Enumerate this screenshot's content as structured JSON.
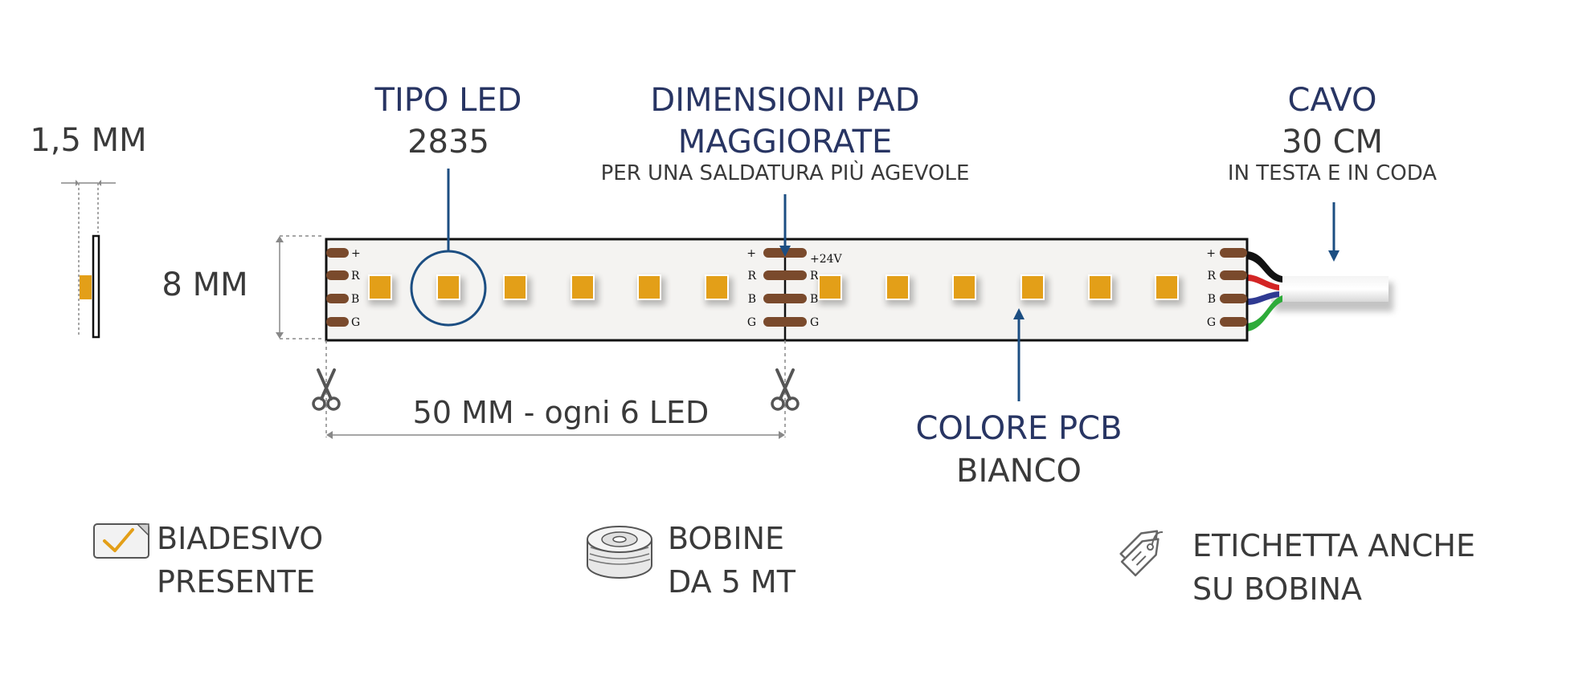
{
  "labels": {
    "thickness": "1,5 MM",
    "width": "8 MM",
    "led_type_title": "TIPO LED",
    "led_type_value": "2835",
    "pad_title_1": "DIMENSIONI PAD",
    "pad_title_2": "MAGGIORATE",
    "pad_subtitle": "PER UNA SALDATURA PIÙ AGEVOLE",
    "cable_title": "CAVO",
    "cable_value": "30 CM",
    "cable_subtitle": "IN TESTA E IN CODA",
    "cut_spacing": "50 MM - ogni 6 LED",
    "pcb_title": "COLORE PCB",
    "pcb_value": "BIANCO",
    "voltage": "+24V"
  },
  "pads": {
    "left": [
      "+",
      "R",
      "B",
      "G"
    ],
    "middle_left": [
      "+",
      "R",
      "B",
      "G"
    ],
    "middle_right": [
      "R",
      "B",
      "G"
    ],
    "right": [
      "+",
      "R",
      "B",
      "G"
    ]
  },
  "features": [
    {
      "icon": "adhesive-check-icon",
      "line1": "BIADESIVO",
      "line2": "PRESENTE"
    },
    {
      "icon": "reel-icon",
      "line1": "BOBINE",
      "line2": "DA 5 MT"
    },
    {
      "icon": "tag-icon",
      "line1": "ETICHETTA ANCHE",
      "line2": "SU BOBINA"
    }
  ],
  "colors": {
    "led": "#E39F18",
    "pad": "#7A4A2C",
    "callout": "#1C4E82",
    "title": "#283563",
    "text": "#3A3A3A",
    "pcb": "#F4F3F1"
  }
}
